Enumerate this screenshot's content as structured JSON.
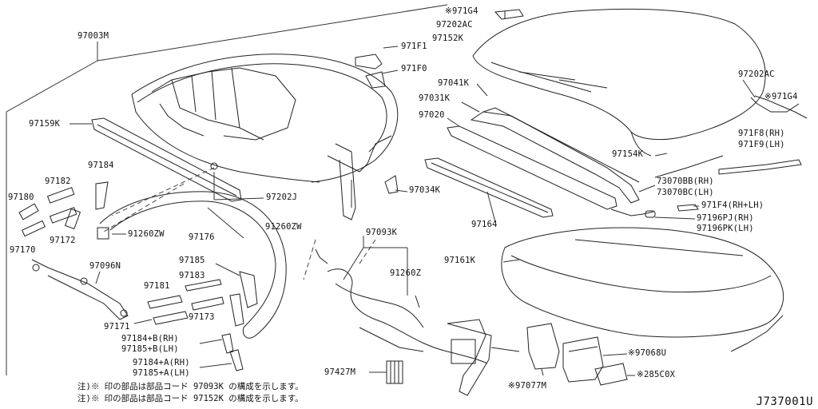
{
  "diagram_id": "J737001U",
  "labels": {
    "l97003M": "97003M",
    "l97159K": "97159K",
    "l97184": "97184",
    "l97182": "97182",
    "l97180": "97180",
    "l97172": "97172",
    "l97170": "97170",
    "l91260ZW": "91260ZW",
    "l97176": "97176",
    "l97096N": "97096N",
    "l97185": "97185",
    "l97183": "97183",
    "l97181": "97181",
    "l97173": "97173",
    "l97171": "97171",
    "l97184B": "97184+B(RH)",
    "l97185B": "97185+B(LH)",
    "l97184A": "97184+A(RH)",
    "l97185A": "97185+A(LH)",
    "l97202J": "97202J",
    "l91260ZW2": "91260ZW",
    "l97093K": "97093K",
    "l91260Z": "91260Z",
    "l97427M": "97427M",
    "l971F1": "971F1",
    "l971F0": "971F0",
    "l97034K": "97034K",
    "l971G4top": "※971G4",
    "l97202ACtop": "97202AC",
    "l97152K": "97152K",
    "l97041K": "97041K",
    "l97031K": "97031K",
    "l97020": "97020",
    "l97164": "97164",
    "l97161K": "97161K",
    "l97077M": "※97077M",
    "l97068U": "※97068U",
    "l285C0X": "※285C0X",
    "l97202ACright": "97202AC",
    "l971G4right": "※971G4",
    "l971F8": "971F8(RH)",
    "l971F9": "971F9(LH)",
    "l97154K": "97154K",
    "l73070BB": "73070BB(RH)",
    "l73070BC": "73070BC(LH)",
    "l971F4": "971F4(RH+LH)",
    "l97196PJ": "97196PJ(RH)",
    "l97196PK": "97196PK(LH)"
  },
  "notes": {
    "line1": "注)※ 印の部品は部品コード 97093K の構成を示します。",
    "line2": "注)※ 印の部品は部品コード 97152K の構成を示します。"
  }
}
